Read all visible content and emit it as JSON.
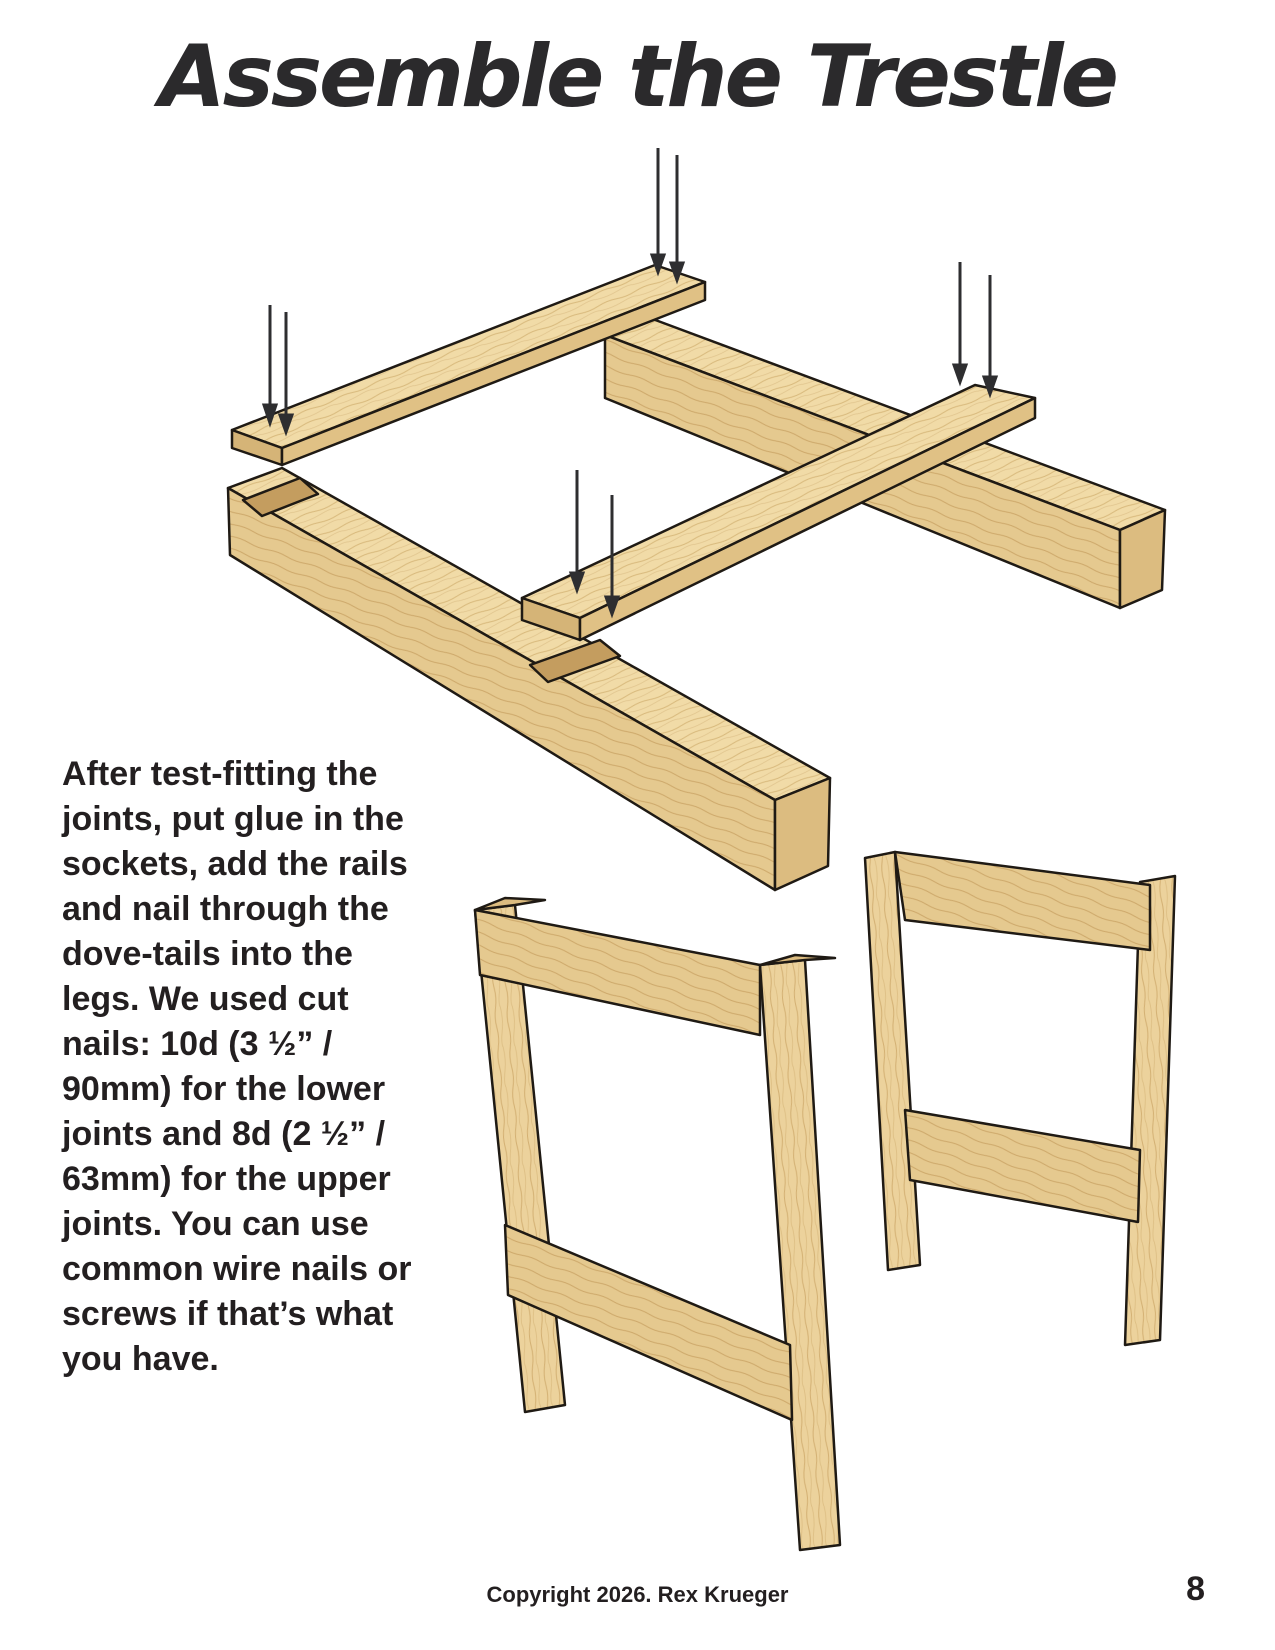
{
  "page": {
    "title": "Assemble the Trestle",
    "body": "After test-fitting the joints, put glue in the sockets, add the rails and nail through the dove-tails into the legs. We used cut nails: 10d (3 ½” / 90mm) for the lower joints and 8d (2 ½” / 63mm) for the upper joints. You can use common wire nails or screws if that’s what you have.",
    "copyright": "Copyright 2026. Rex Krueger",
    "page_number": "8"
  },
  "colors": {
    "wood_light": "#f1dba7",
    "wood_mid": "#e2c389",
    "wood_dark": "#c9a466",
    "outline": "#1f1a14",
    "nail": "#2e2e30"
  }
}
